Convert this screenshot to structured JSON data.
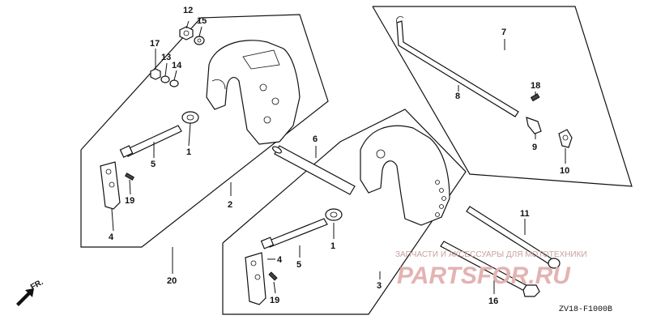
{
  "callouts": {
    "n1a": "1",
    "n1b": "1",
    "n2": "2",
    "n3": "3",
    "n4a": "4",
    "n4b": "4",
    "n5a": "5",
    "n5b": "5",
    "n6": "6",
    "n7": "7",
    "n8": "8",
    "n9": "9",
    "n10": "10",
    "n11": "11",
    "n12": "12",
    "n13": "13",
    "n14": "14",
    "n15": "15",
    "n16": "16",
    "n17": "17",
    "n18": "18",
    "n19a": "19",
    "n19b": "19",
    "n20": "20"
  },
  "direction_label": "FR.",
  "diagram_code": "ZV18-F1000B",
  "watermark": {
    "caption": "ЗАПЧАСТИ И АКСЕССУАРЫ ДЛЯ МОТОТЕХНИКИ",
    "logo": "PARTSFOR.RU"
  }
}
